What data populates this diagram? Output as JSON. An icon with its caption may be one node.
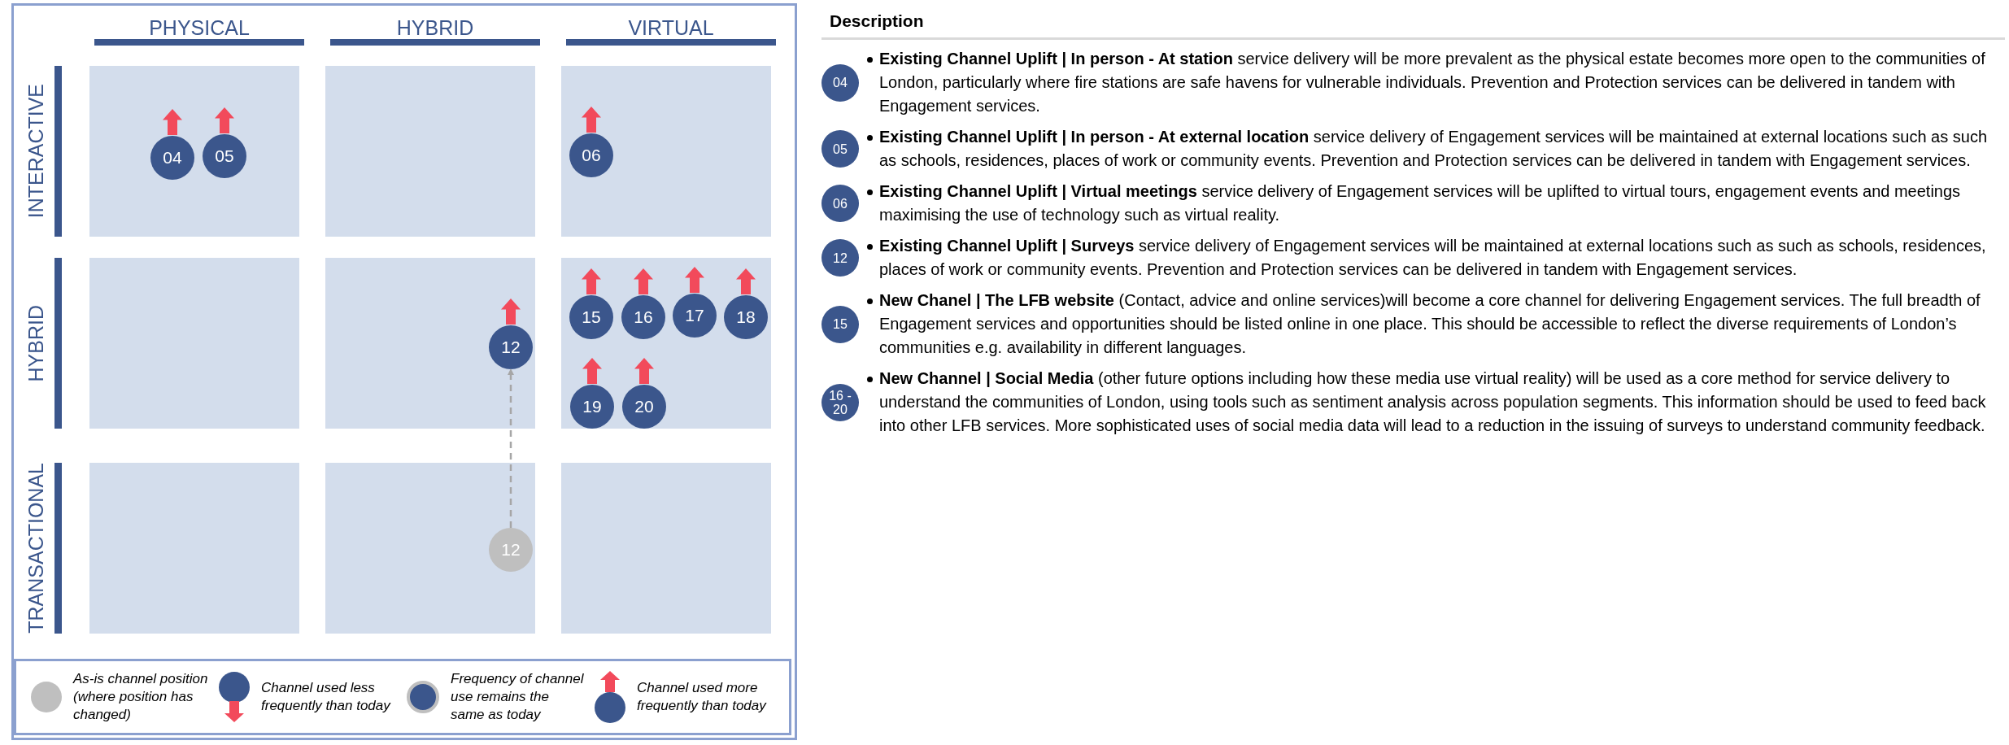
{
  "diagram": {
    "nodes": [
      {
        "text": [],
        "shape": "box"
      },
      {
        "text": [
          "04"
        ],
        "in": 0
      },
      {
        "text": [
          "05"
        ],
        "in": 0
      },
      {
        "text": [],
        "shape": "box"
      },
      {
        "text": [],
        "shape": "box"
      },
      {
        "text": [
          "06"
        ],
        "in": 4
      },
      {
        "text": [],
        "shape": "box"
      },
      {
        "text": [],
        "shape": "box"
      },
      {
        "text": [
          "12"
        ],
        "in": 7
      },
      {
        "text": [],
        "shape": "box"
      },
      {
        "text": [
          "15"
        ],
        "in": 9
      },
      {
        "text": [
          "16"
        ],
        "in": 9
      },
      {
        "text": [
          "17"
        ],
        "in": 9
      },
      {
        "text": [
          "18"
        ],
        "in": 9
      },
      {
        "text": [
          "19"
        ],
        "in": 9
      },
      {
        "text": [
          "20"
        ],
        "in": 9
      },
      {
        "text": [],
        "shape": "box"
      },
      {
        "text": [],
        "shape": "box"
      },
      {
        "text": [
          "12"
        ],
        "in": 17
      },
      {
        "text": [],
        "shape": "box"
      },
      {
        "text": [
          "04"
        ],
        "beside": [
          "**Existing Channel Uplift | In person - At station** service delivery will be more prevalent as the physical estate becomes more open to the communities of London, particularly where fire stations are safe havens for vulnerable individuals. Prevention and Protection services can be delivered in tandem with Engagement services."
        ]
      },
      {
        "text": [
          "05"
        ],
        "beside": [
          "**Existing Channel Uplift | In person - At external location** service delivery of Engagement services will be maintained at external locations such as such as schools, residences, places of work or community events. Prevention and Protection services can be delivered in tandem with Engagement services."
        ]
      },
      {
        "text": [
          "06"
        ],
        "beside": [
          "**Existing Channel Uplift | Virtual meetings** service delivery of Engagement services will be uplifted to virtual tours, engagement events and meetings maximising the use of technology such as virtual reality."
        ]
      },
      {
        "text": [
          "12"
        ],
        "beside": [
          "**Existing Channel Uplift | Surveys** service delivery of Engagement services will be maintained at external locations such as such as schools, residences, places of work or community events. Prevention and Protection services can be delivered in tandem with Engagement services."
        ]
      },
      {
        "text": [
          "15"
        ],
        "beside": [
          "**New Chanel | The LFB website** (Contact, advice and online services)will become a core channel for delivering Engagement services. The full breadth of Engagement services and opportunities should be listed online in one place. This should be accessible to reflect the diverse requirements of London’s communities e.g. availability in different languages."
        ]
      },
      {
        "text": [
          "16 - 20"
        ],
        "beside": [
          "**New Channel | Social Media** (other future options including how these media use virtual reality) will be used as a core method for service delivery to understand the communities of London, using tools such as sentiment analysis across population segments. This information should be used to feed back into other LFB services. More sophisticated uses of social media data will lead to a reduction in the issuing of surveys to understand community feedback."
        ]
      }
    ],
    "edges": [
      {
        "from": 18,
        "to": 8,
        "arrow": "to",
        "style": "dashed",
        "color": "#a6a6a6"
      }
    ],
    "labels": [
      "PHYSICAL",
      "HYBRID",
      "VIRTUAL",
      "INTERACTIVE",
      "HYBRID",
      "TRANSACTIONAL",
      "Description"
    ],
    "legend": [
      {
        "text": "As-is channel position (where position has changed)"
      },
      {
        "text": "Channel used less frequently than today"
      },
      {
        "text": "Frequency of channel use remains the same as today"
      },
      {
        "text": "Channel used more frequently than today"
      }
    ]
  }
}
